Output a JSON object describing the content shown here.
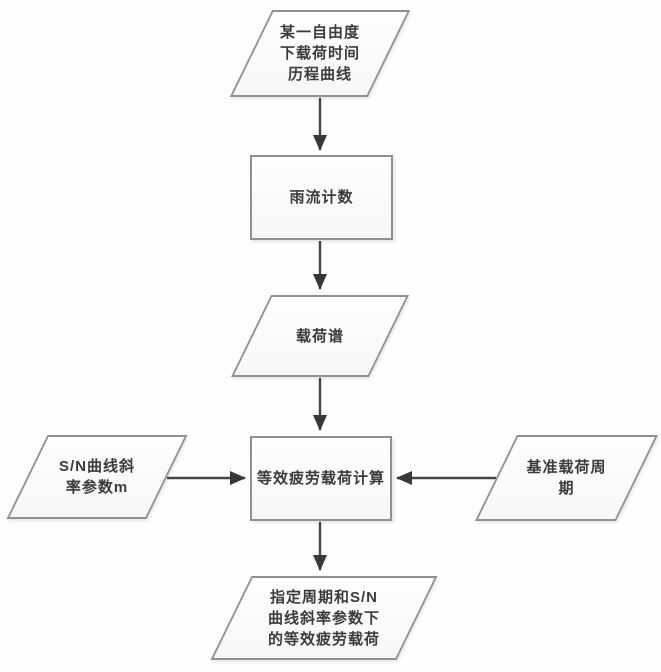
{
  "diagram": {
    "type": "flowchart",
    "language": "zh-CN",
    "nodes": [
      {
        "id": "load-time-history",
        "shape": "parallelogram",
        "label": "某一自由度\n下载荷时间\n历程曲线"
      },
      {
        "id": "rainflow-counting",
        "shape": "rectangle",
        "label": "雨流计数"
      },
      {
        "id": "load-spectrum",
        "shape": "parallelogram",
        "label": "载荷谱"
      },
      {
        "id": "equivalent-fatigue-calc",
        "shape": "rectangle",
        "label": "等效疲劳载荷计算"
      },
      {
        "id": "sn-curve-slope-param",
        "shape": "parallelogram",
        "label": "S/N曲线斜\n率参数m"
      },
      {
        "id": "base-load-period",
        "shape": "parallelogram",
        "label": "基准载荷周\n期"
      },
      {
        "id": "equivalent-fatigue-result",
        "shape": "parallelogram",
        "label": "指定周期和S/N\n曲线斜率参数下\n的等效疲劳载荷"
      }
    ],
    "edges": [
      {
        "from": "load-time-history",
        "to": "rainflow-counting",
        "direction": "down"
      },
      {
        "from": "rainflow-counting",
        "to": "load-spectrum",
        "direction": "down"
      },
      {
        "from": "load-spectrum",
        "to": "equivalent-fatigue-calc",
        "direction": "down"
      },
      {
        "from": "sn-curve-slope-param",
        "to": "equivalent-fatigue-calc",
        "direction": "right"
      },
      {
        "from": "base-load-period",
        "to": "equivalent-fatigue-calc",
        "direction": "left"
      },
      {
        "from": "equivalent-fatigue-calc",
        "to": "equivalent-fatigue-result",
        "direction": "down"
      }
    ],
    "colors": {
      "background": "#fefefe",
      "node_fill": "#fbfbfa",
      "node_border": "#8f9090",
      "arrow": "#474747",
      "arrowhead": "#383838",
      "text": "#3d3b39"
    }
  }
}
